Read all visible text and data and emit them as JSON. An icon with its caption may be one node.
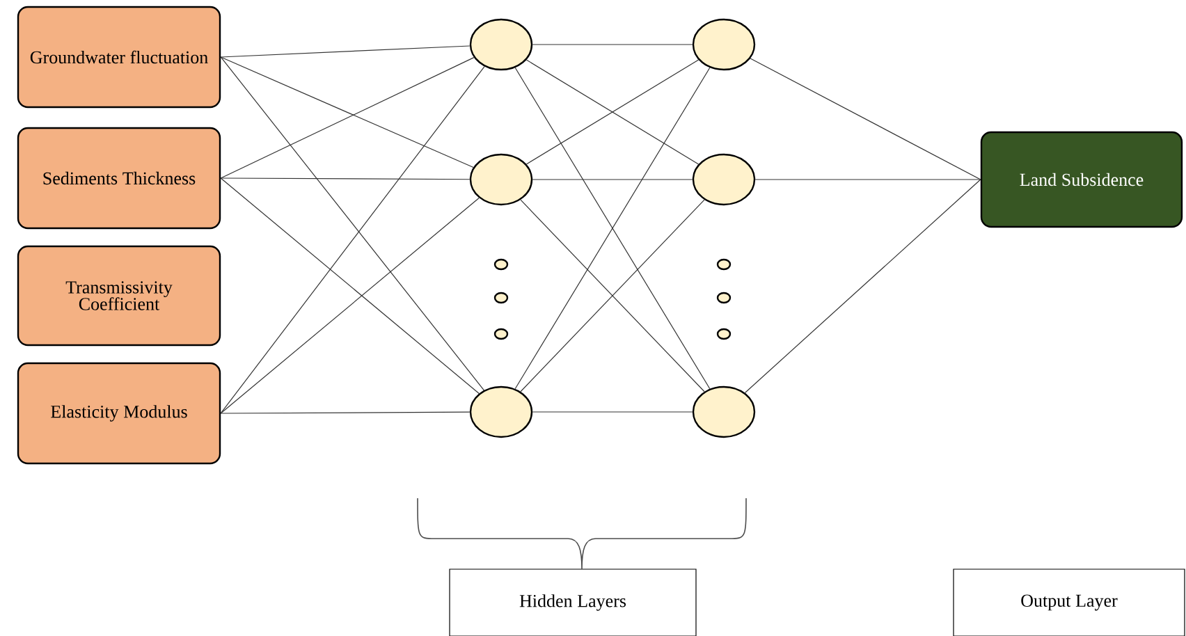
{
  "diagram": {
    "nodes": [
      {
        "text": [
          "Groundwater fluctuation"
        ]
      },
      {
        "text": [
          "Sediments Thickness"
        ]
      },
      {
        "text": [
          "Transmissivity Coefficient"
        ]
      },
      {
        "text": [
          "Elasticity Modulus"
        ]
      },
      {
        "text": [],
        "shape": "circle"
      },
      {
        "text": [],
        "shape": "circle"
      },
      {
        "text": [],
        "shape": "circle"
      },
      {
        "text": [],
        "shape": "circle"
      },
      {
        "text": [],
        "shape": "circle"
      },
      {
        "text": [],
        "shape": "circle"
      },
      {
        "text": [
          "Land Subsidence"
        ]
      },
      {
        "text": [
          "Hidden Layers"
        ]
      },
      {
        "text": [
          "Output Layer"
        ]
      }
    ],
    "edges": [
      {
        "from": 0,
        "to": 4,
        "arrow": "none"
      },
      {
        "from": 0,
        "to": 5,
        "arrow": "none"
      },
      {
        "from": 0,
        "to": 6,
        "arrow": "none"
      },
      {
        "from": 1,
        "to": 4,
        "arrow": "none"
      },
      {
        "from": 1,
        "to": 5,
        "arrow": "none"
      },
      {
        "from": 1,
        "to": 6,
        "arrow": "none"
      },
      {
        "from": 3,
        "to": 4,
        "arrow": "none"
      },
      {
        "from": 3,
        "to": 5,
        "arrow": "none"
      },
      {
        "from": 3,
        "to": 6,
        "arrow": "none"
      },
      {
        "from": 4,
        "to": 7,
        "arrow": "none"
      },
      {
        "from": 4,
        "to": 8,
        "arrow": "none"
      },
      {
        "from": 4,
        "to": 9,
        "arrow": "none"
      },
      {
        "from": 5,
        "to": 7,
        "arrow": "none"
      },
      {
        "from": 5,
        "to": 8,
        "arrow": "none"
      },
      {
        "from": 5,
        "to": 9,
        "arrow": "none"
      },
      {
        "from": 6,
        "to": 7,
        "arrow": "none"
      },
      {
        "from": 6,
        "to": 8,
        "arrow": "none"
      },
      {
        "from": 6,
        "to": 9,
        "arrow": "none"
      },
      {
        "from": 7,
        "to": 10,
        "arrow": "none"
      },
      {
        "from": 8,
        "to": 10,
        "arrow": "none"
      },
      {
        "from": 9,
        "to": 10,
        "arrow": "none"
      }
    ]
  }
}
